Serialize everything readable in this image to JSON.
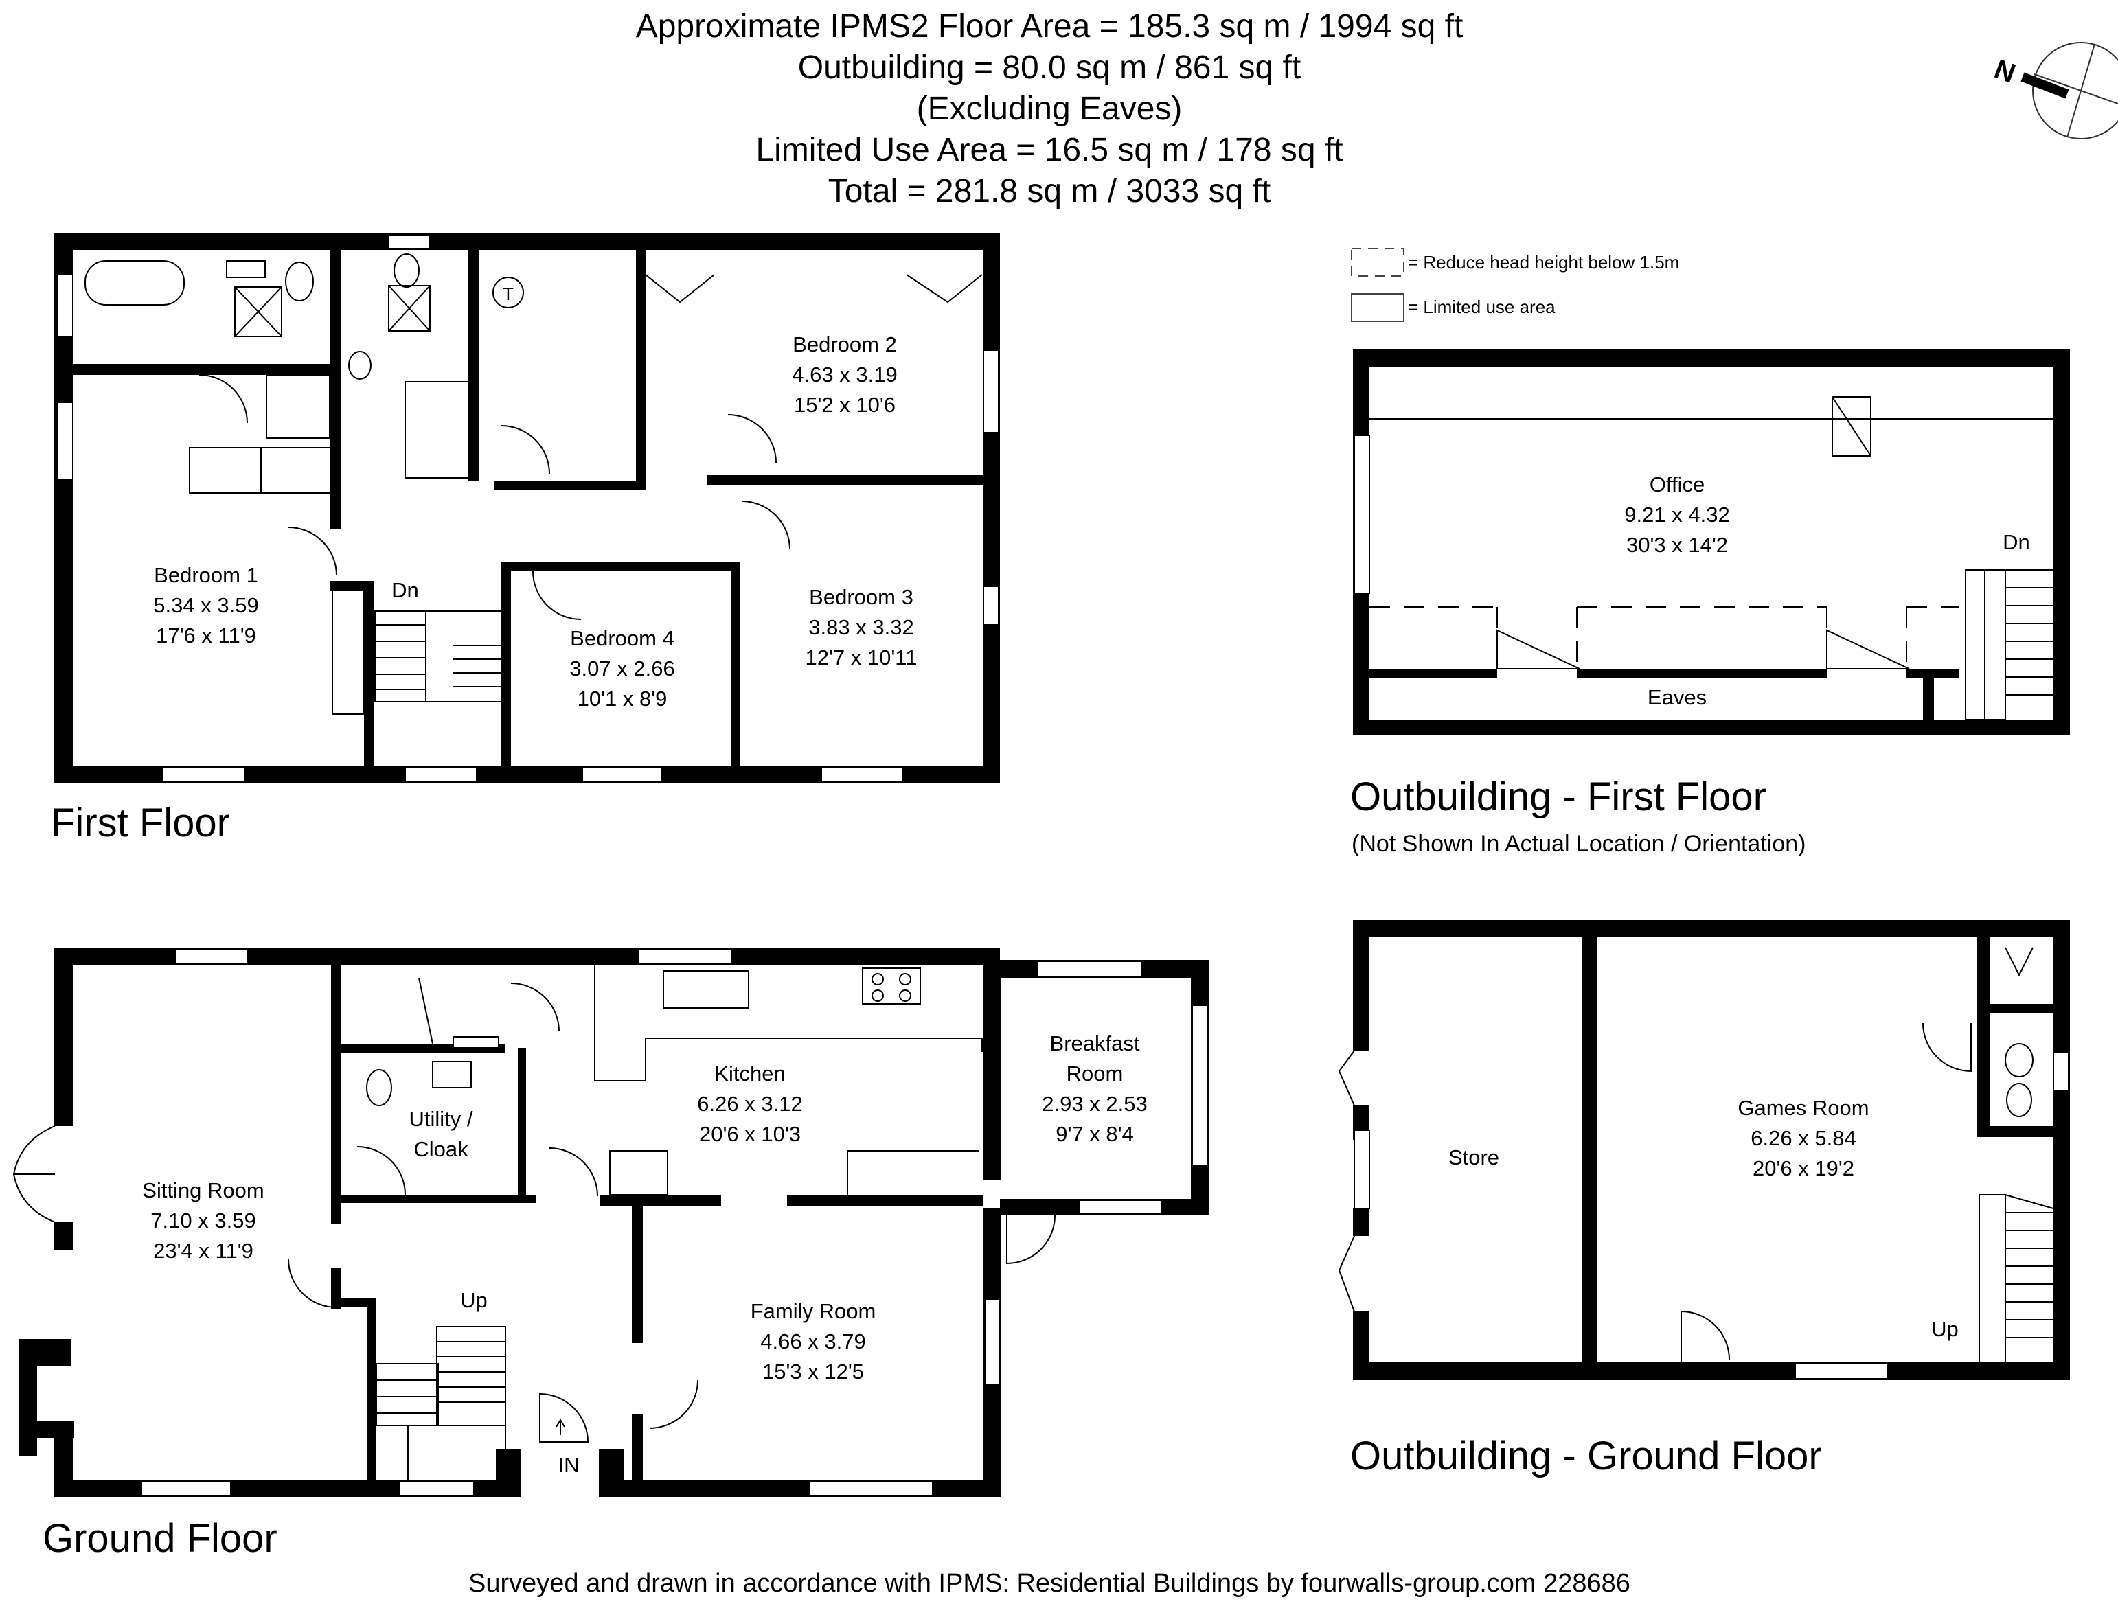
{
  "header": {
    "lines": [
      "Approximate IPMS2 Floor Area = 185.3 sq m / 1994 sq ft",
      "Outbuilding = 80.0 sq m / 861 sq ft",
      "(Excluding Eaves)",
      "Limited Use Area = 16.5 sq m / 178 sq ft",
      "Total = 281.8 sq m / 3033 sq ft"
    ]
  },
  "compass": {
    "label": "N"
  },
  "legend": {
    "reduced_head_height": "= Reduce head height below 1.5m",
    "limited_use": "= Limited use area"
  },
  "first_floor": {
    "title": "First Floor",
    "stair_label": "Dn",
    "tank_label": "T",
    "bedroom1": {
      "name": "Bedroom 1",
      "metric": "5.34 x 3.59",
      "imperial": "17'6 x 11'9"
    },
    "bedroom2": {
      "name": "Bedroom 2",
      "metric": "4.63 x 3.19",
      "imperial": "15'2 x 10'6"
    },
    "bedroom3": {
      "name": "Bedroom 3",
      "metric": "3.83 x 3.32",
      "imperial": "12'7 x 10'11"
    },
    "bedroom4": {
      "name": "Bedroom 4",
      "metric": "3.07 x 2.66",
      "imperial": "10'1 x 8'9"
    }
  },
  "ground_floor": {
    "title": "Ground Floor",
    "stair_label": "Up",
    "entrance_label": "IN",
    "sitting": {
      "name": "Sitting Room",
      "metric": "7.10 x 3.59",
      "imperial": "23'4 x 11'9"
    },
    "kitchen": {
      "name": "Kitchen",
      "metric": "6.26 x 3.12",
      "imperial": "20'6 x 10'3"
    },
    "breakfast": {
      "name_line1": "Breakfast",
      "name_line2": "Room",
      "metric": "2.93 x 2.53",
      "imperial": "9'7 x 8'4"
    },
    "utility": {
      "name_line1": "Utility /",
      "name_line2": "Cloak"
    },
    "family": {
      "name": "Family Room",
      "metric": "4.66 x 3.79",
      "imperial": "15'3 x 12'5"
    }
  },
  "outbuilding_first": {
    "title": "Outbuilding - First  Floor",
    "note": "(Not Shown In Actual Location / Orientation)",
    "stair_label": "Dn",
    "eaves_label": "Eaves",
    "office": {
      "name": "Office",
      "metric": "9.21 x 4.32",
      "imperial": "30'3 x 14'2"
    }
  },
  "outbuilding_ground": {
    "title": "Outbuilding - Ground Floor",
    "stair_label": "Up",
    "store": {
      "name": "Store"
    },
    "games": {
      "name": "Games Room",
      "metric": "6.26 x 5.84",
      "imperial": "20'6 x 19'2"
    }
  },
  "footer": {
    "text": "Surveyed and drawn in accordance with IPMS: Residential Buildings by fourwalls-group.com 228686"
  }
}
